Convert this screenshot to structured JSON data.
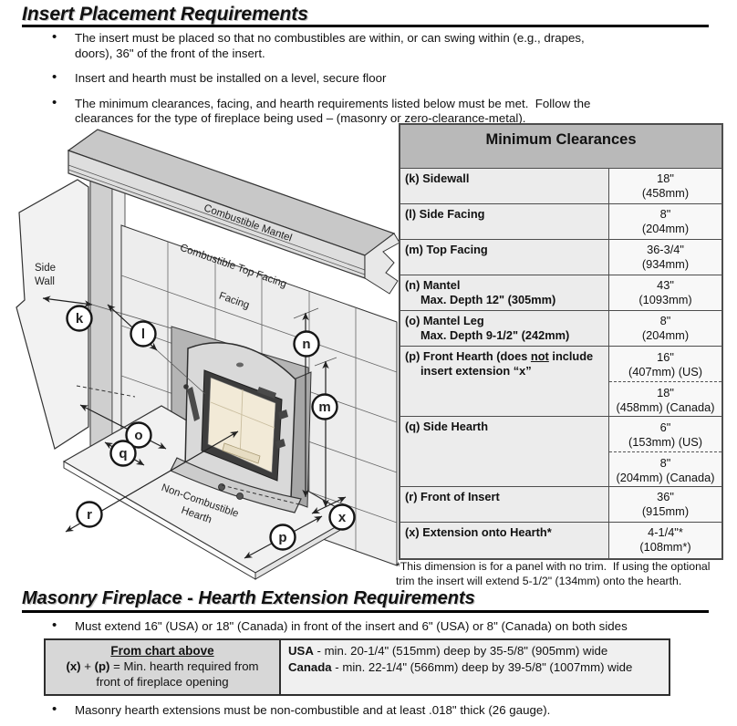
{
  "header": {
    "title": "Insert Placement Requirements"
  },
  "intro_bullets": {
    "b1_l1": "The insert must be placed so that no combustibles are within, or can swing within (e.g., drapes,",
    "b1_l2": "doors), 36\" of the front of the insert.",
    "b2": "Insert and hearth must be installed on a level, secure floor",
    "b3_l1": "The minimum clearances, facing, and hearth requirements listed below must be met.  Follow the",
    "b3_l2": "clearances for the type of fireplace being used – (masonry or zero-clearance-metal)."
  },
  "diagram": {
    "side_wall_1": "Side",
    "side_wall_2": "Wall",
    "mantel_label": "Combustible Mantel",
    "top_facing_label": "Combustible Top Facing",
    "facing_label": "Facing",
    "hearth_1": "Non-Combustible",
    "hearth_2": "Hearth",
    "markers": {
      "k": "k",
      "l": "l",
      "m": "m",
      "n": "n",
      "o": "o",
      "p": "p",
      "q": "q",
      "r": "r",
      "x": "x"
    }
  },
  "clearances_table": {
    "title": "Minimum Clearances",
    "rows": [
      {
        "label": "(k) Sidewall",
        "values": [
          {
            "l1": "18\"",
            "l2": "(458mm)"
          }
        ]
      },
      {
        "label": "(l) Side Facing",
        "values": [
          {
            "l1": "8\"",
            "l2": "(204mm)"
          }
        ]
      },
      {
        "label": "(m) Top Facing",
        "values": [
          {
            "l1": "36-3/4\"",
            "l2": "(934mm)"
          }
        ]
      },
      {
        "label": "(n) Mantel",
        "sublabel": "Max. Depth 12\" (305mm)",
        "values": [
          {
            "l1": "43\"",
            "l2": "(1093mm)"
          }
        ]
      },
      {
        "label": "(o) Mantel Leg",
        "sublabel": "Max. Depth 9-1/2\" (242mm)",
        "values": [
          {
            "l1": "8\"",
            "l2": "(204mm)"
          }
        ]
      },
      {
        "label_pre": "(p) Front Hearth (does ",
        "label_underlined": "not",
        "label_post": " include",
        "sublabel": "insert extension “x”",
        "values": [
          {
            "l1": "16\"",
            "l2": "(407mm) (US)"
          },
          {
            "l1": "18\"",
            "l2": "(458mm) (Canada)"
          }
        ]
      },
      {
        "label": "(q) Side Hearth",
        "values": [
          {
            "l1": "6\"",
            "l2": "(153mm) (US)"
          },
          {
            "l1": "8\"",
            "l2": "(204mm) (Canada)"
          }
        ]
      },
      {
        "label": "(r) Front of Insert",
        "values": [
          {
            "l1": "36\"",
            "l2": "(915mm)"
          }
        ]
      },
      {
        "label": "(x) Extension onto Hearth*",
        "values": [
          {
            "l1": "4-1/4\"*",
            "l2": "(108mm*)"
          }
        ]
      }
    ],
    "footnote_l1": "*This dimension is for a panel with no trim.  If using the optional",
    "footnote_l2": "trim the insert will extend 5-1/2\" (134mm) onto the hearth."
  },
  "masonry_section": {
    "title": "Masonry Fireplace - Hearth Extension Requirements",
    "bullet1": "Must extend 16\" (USA) or 18\" (Canada) in front of the insert and 6\" (USA) or 8\" (Canada) on both sides",
    "table": {
      "left_title": "From chart above",
      "formula_x": "(x)",
      "formula_plus": " + ",
      "formula_p": "(p)",
      "formula_rest": " = Min. hearth required from",
      "formula_l2": "front of fireplace opening",
      "usa_label": "USA",
      "usa_text": " - min. 20-1/4\" (515mm) deep by 35-5/8\" (905mm) wide",
      "canada_label": "Canada",
      "canada_text": " - min. 22-1/4\" (566mm) deep by 39-5/8\" (1007mm) wide"
    },
    "bullet2": "Masonry hearth extensions must be non-combustible and at least .018\" thick (26 gauge)."
  }
}
